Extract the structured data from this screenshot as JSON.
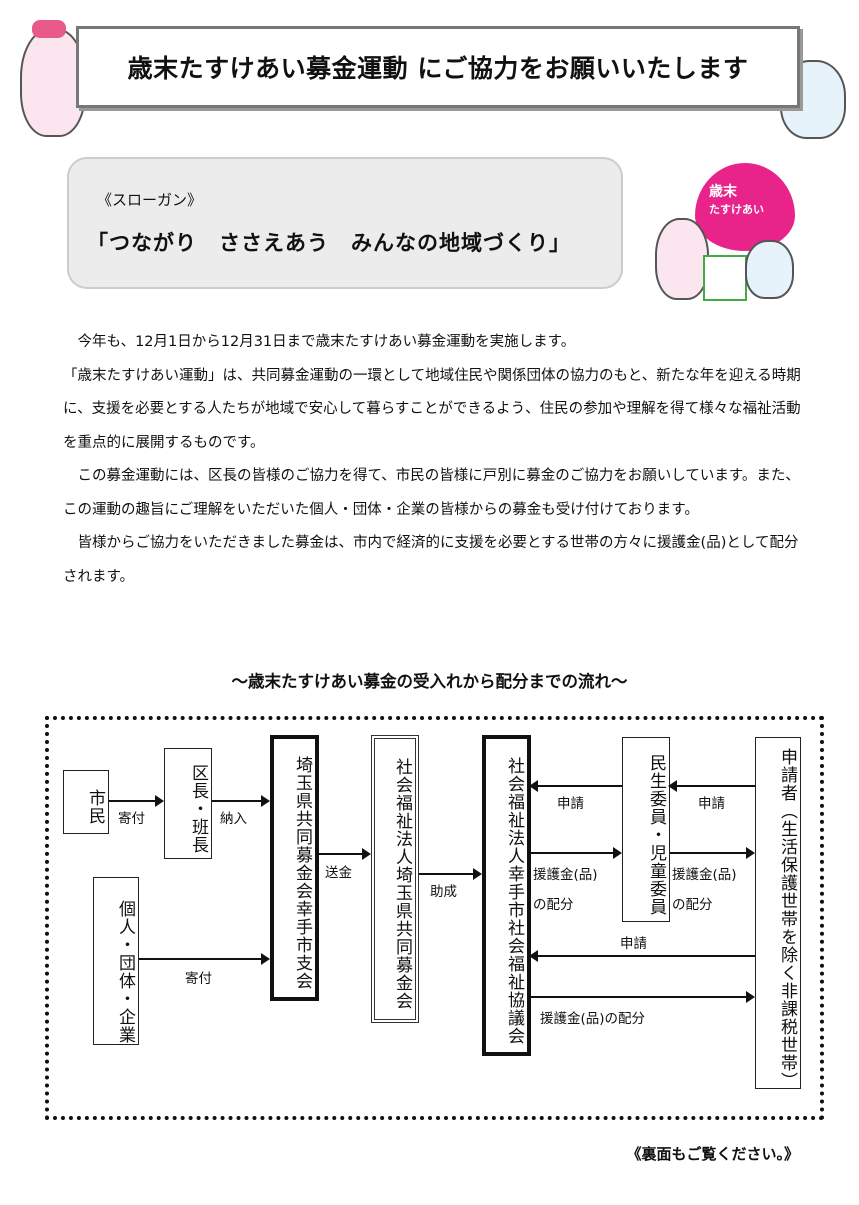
{
  "header": {
    "title": "歳末たすけあい募金運動 にご協力をお願いいたします"
  },
  "slogan": {
    "label": "《スローガン》",
    "text": "「つながり　ささえあう　みんなの地域づくり」"
  },
  "badge": {
    "line1": "歳末",
    "line2": "たすけあい"
  },
  "body": {
    "paragraphs": [
      "　今年も、12月1日から12月31日まで歳末たすけあい募金運動を実施します。",
      "「歳末たすけあい運動」は、共同募金運動の一環として地域住民や関係団体の協力のもと、新たな年を迎える時期に、支援を必要とする人たちが地域で安心して暮らすことができるよう、住民の参加や理解を得て様々な福祉活動を重点的に展開するものです。",
      "　この募金運動には、区長の皆様のご協力を得て、市民の皆様に戸別に募金のご協力をお願いしています。また、この運動の趣旨にご理解をいただいた個人・団体・企業の皆様からの募金も受け付けております。",
      "　皆様からご協力をいただきました募金は、市内で経済的に支援を必要とする世帯の方々に援護金(品)として配分されます。"
    ]
  },
  "flow": {
    "title": "～歳末たすけあい募金の受入れから配分までの流れ～",
    "boxes": {
      "citizen": "市民",
      "ward_head": "区長・班長",
      "individual": "個人・団体・企業",
      "branch": "埼玉県共同募金会幸手市支会",
      "prefecture": "社会福祉法人埼玉県共同募金会",
      "council": "社会福祉法人幸手市社会福祉協議会",
      "welfare_commissioner": "民生委員・児童委員",
      "applicant": "申請者（生活保護世帯を除く非課税世帯）"
    },
    "labels": {
      "donate1": "寄付",
      "pay": "納入",
      "donate2": "寄付",
      "remit": "送金",
      "grant": "助成",
      "apply1": "申請",
      "apply2": "申請",
      "apply3": "申請",
      "aid1a": "援護金(品)",
      "aid1b": "の配分",
      "aid2a": "援護金(品)",
      "aid2b": "の配分",
      "aid3": "援護金(品)の配分"
    }
  },
  "footer": {
    "note": "《裏面もご覧ください。》"
  }
}
